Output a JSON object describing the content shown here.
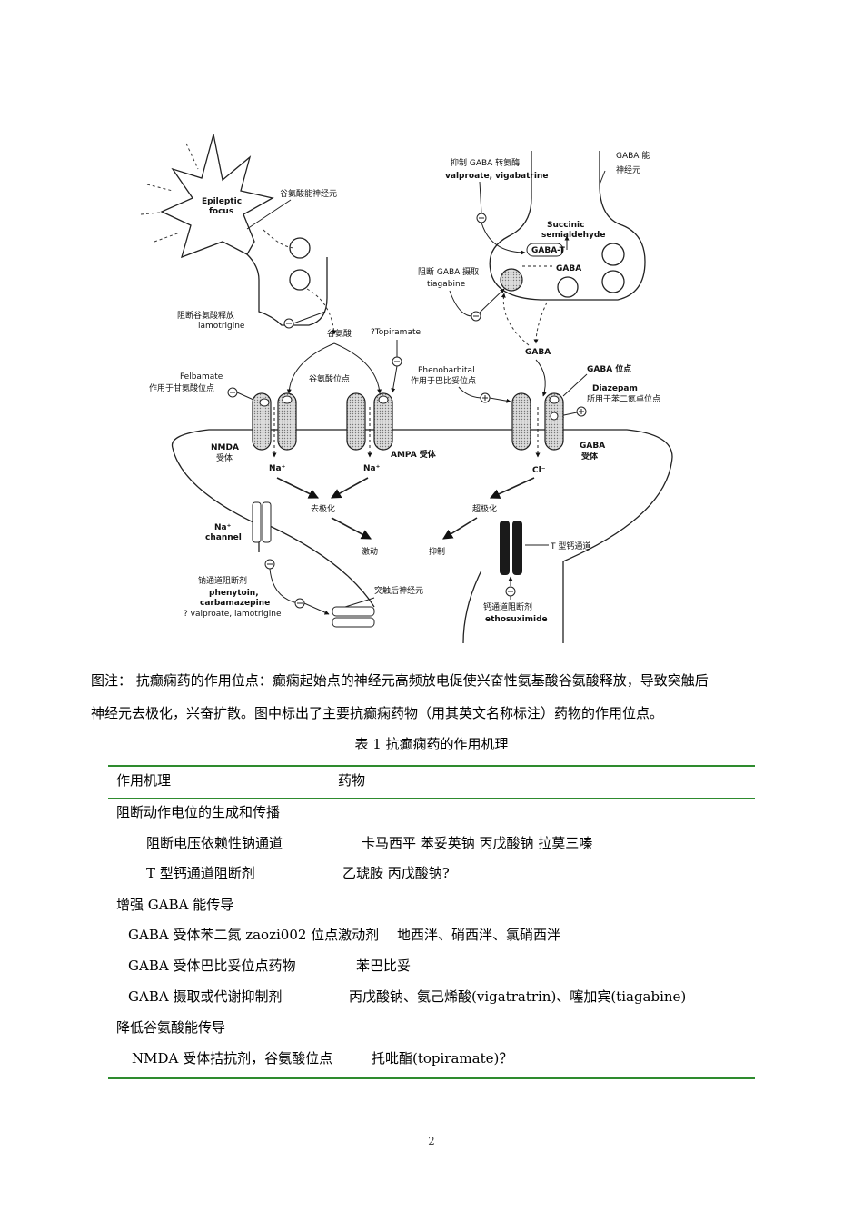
{
  "figure": {
    "epileptic_focus": "Epileptic\nfocus",
    "glu_neuron": "谷氨酸能神经元",
    "block_glu_release": "阻断谷氨酸释放",
    "lamotrigine": "lamotrigine",
    "glutamate": "谷氨酸",
    "topiramate": "?Topiramate",
    "glu_site": "谷氨酸位点",
    "felbamate": "Felbamate",
    "glycine_site": "作用于甘氨酸位点",
    "nmda_receptor": "NMDA",
    "receptor": "受体",
    "ampa_receptor": "AMPA 受体",
    "na_ion": "Na⁺",
    "depolarization": "去极化",
    "excitation": "激动",
    "na_channel": "Na⁺\nchannel",
    "na_blocker": "钠通道阻断剂",
    "phenytoin": "phenytoin,",
    "carbamazepine": "carbamazepine",
    "valproate_lam": "? valproate, lamotrigine",
    "postsynaptic": "突触后神经元",
    "inhibit_gaba_t": "抑制 GABA 转氨酶",
    "valproate_vig": "valproate, vigabatrine",
    "gaba_neuron": "GABA 能\n神经元",
    "succinic": "Succinic\nsemialdehyde",
    "gaba_t": "GABA-T",
    "gaba": "GABA",
    "block_gaba_uptake": "阻断 GABA 摄取",
    "tiagabine": "tiagabine",
    "phenobarbital": "Phenobarbital",
    "barbiturate_site": "作用于巴比妥位点",
    "gaba_site": "GABA 位点",
    "diazepam": "Diazepam",
    "bzd_site": "所用于苯二氮卓位点",
    "gaba_receptor": "GABA\n受体",
    "cl_ion": "Cl⁻",
    "hyperpolarization": "超极化",
    "inhibition": "抑制",
    "t_channel": "T 型钙通道",
    "ca_blocker": "钙通道阻断剂",
    "ethosuximide": "ethosuximide"
  },
  "caption": {
    "line1": "图注：  抗癫痫药的作用位点：癫痫起始点的神经元高频放电促使兴奋性氨基酸谷氨酸释放，导致突触后",
    "line2": "神经元去极化，兴奋扩散。图中标出了主要抗癫痫药物（用其英文名称标注）药物的作用位点。"
  },
  "table": {
    "title": "表 1  抗癫痫药的作用机理",
    "col_mechanism": "作用机理",
    "col_drug": "药物",
    "rows": [
      {
        "mechanism": "阻断动作电位的生成和传播",
        "drug": ""
      },
      {
        "mechanism": "阻断电压依赖性钠通道",
        "drug": "卡马西平  苯妥英钠  丙戊酸钠  拉莫三嗪"
      },
      {
        "mechanism": "T 型钙通道阻断剂",
        "drug": "乙琥胺   丙戊酸钠?"
      },
      {
        "mechanism": "增强 GABA 能传导",
        "drug": ""
      },
      {
        "mechanism": "GABA 受体苯二氮 zaozi002 位点激动剂",
        "drug": "地西泮、硝西泮、氯硝西泮"
      },
      {
        "mechanism": "GABA 受体巴比妥位点药物",
        "drug": "苯巴比妥"
      },
      {
        "mechanism": "GABA 摄取或代谢抑制剂",
        "drug": "丙戊酸钠、氨己烯酸(vigatratrin)、噻加宾(tiagabine)"
      },
      {
        "mechanism": "降低谷氨酸能传导",
        "drug": ""
      },
      {
        "mechanism": "NMDA 受体拮抗剂，谷氨酸位点",
        "drug": "托吡酯(topiramate)？"
      }
    ]
  },
  "page_number": "2"
}
